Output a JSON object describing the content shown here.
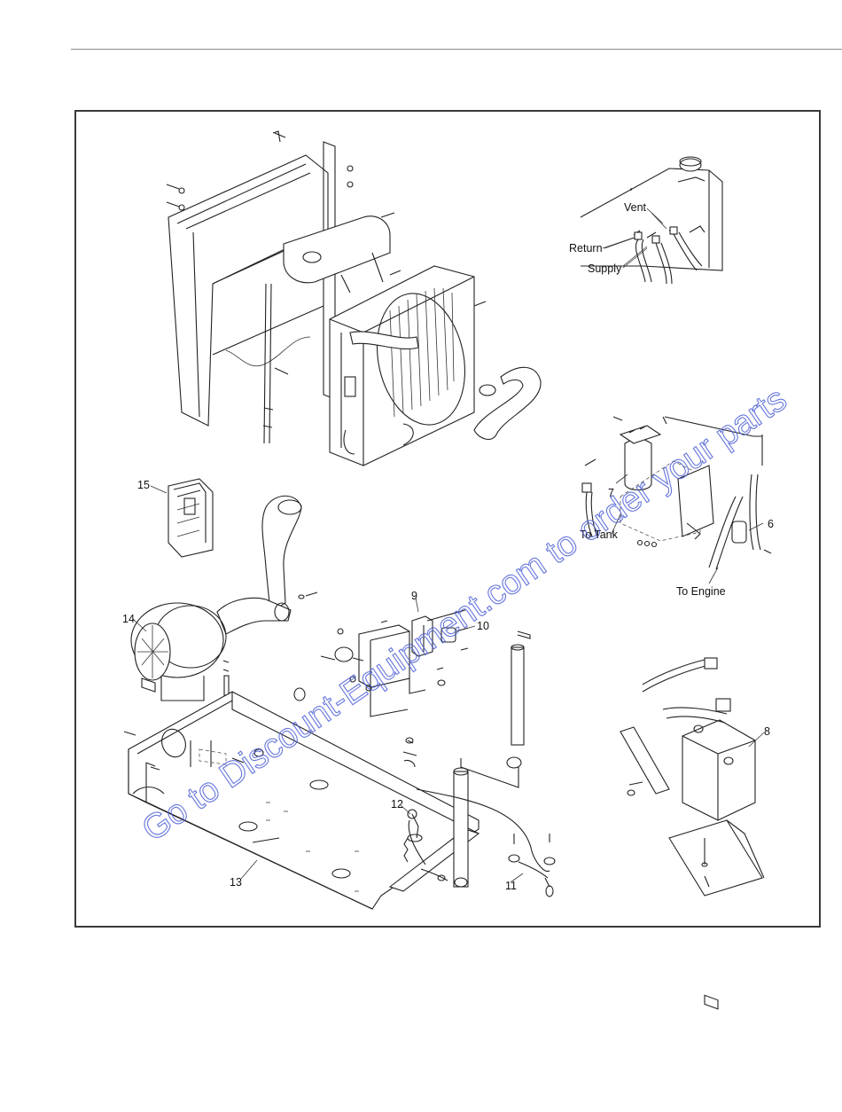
{
  "callouts": {
    "c6": "6",
    "c7": "7",
    "c8": "8",
    "c9": "9",
    "c10": "10",
    "c11": "11",
    "c12": "12",
    "c13": "13",
    "c14": "14",
    "c15": "15"
  },
  "labels": {
    "vent": "Vent",
    "return": "Return",
    "supply": "Supply",
    "to_tank": "To Tank",
    "to_engine": "To Engine"
  },
  "watermark": "Go to Discount-Equipment.com to order your parts",
  "colors": {
    "watermark": "#4c5fd6",
    "line_art": "#222222",
    "frame": "#3a3a3a",
    "top_rule": "#8c8c8c"
  }
}
